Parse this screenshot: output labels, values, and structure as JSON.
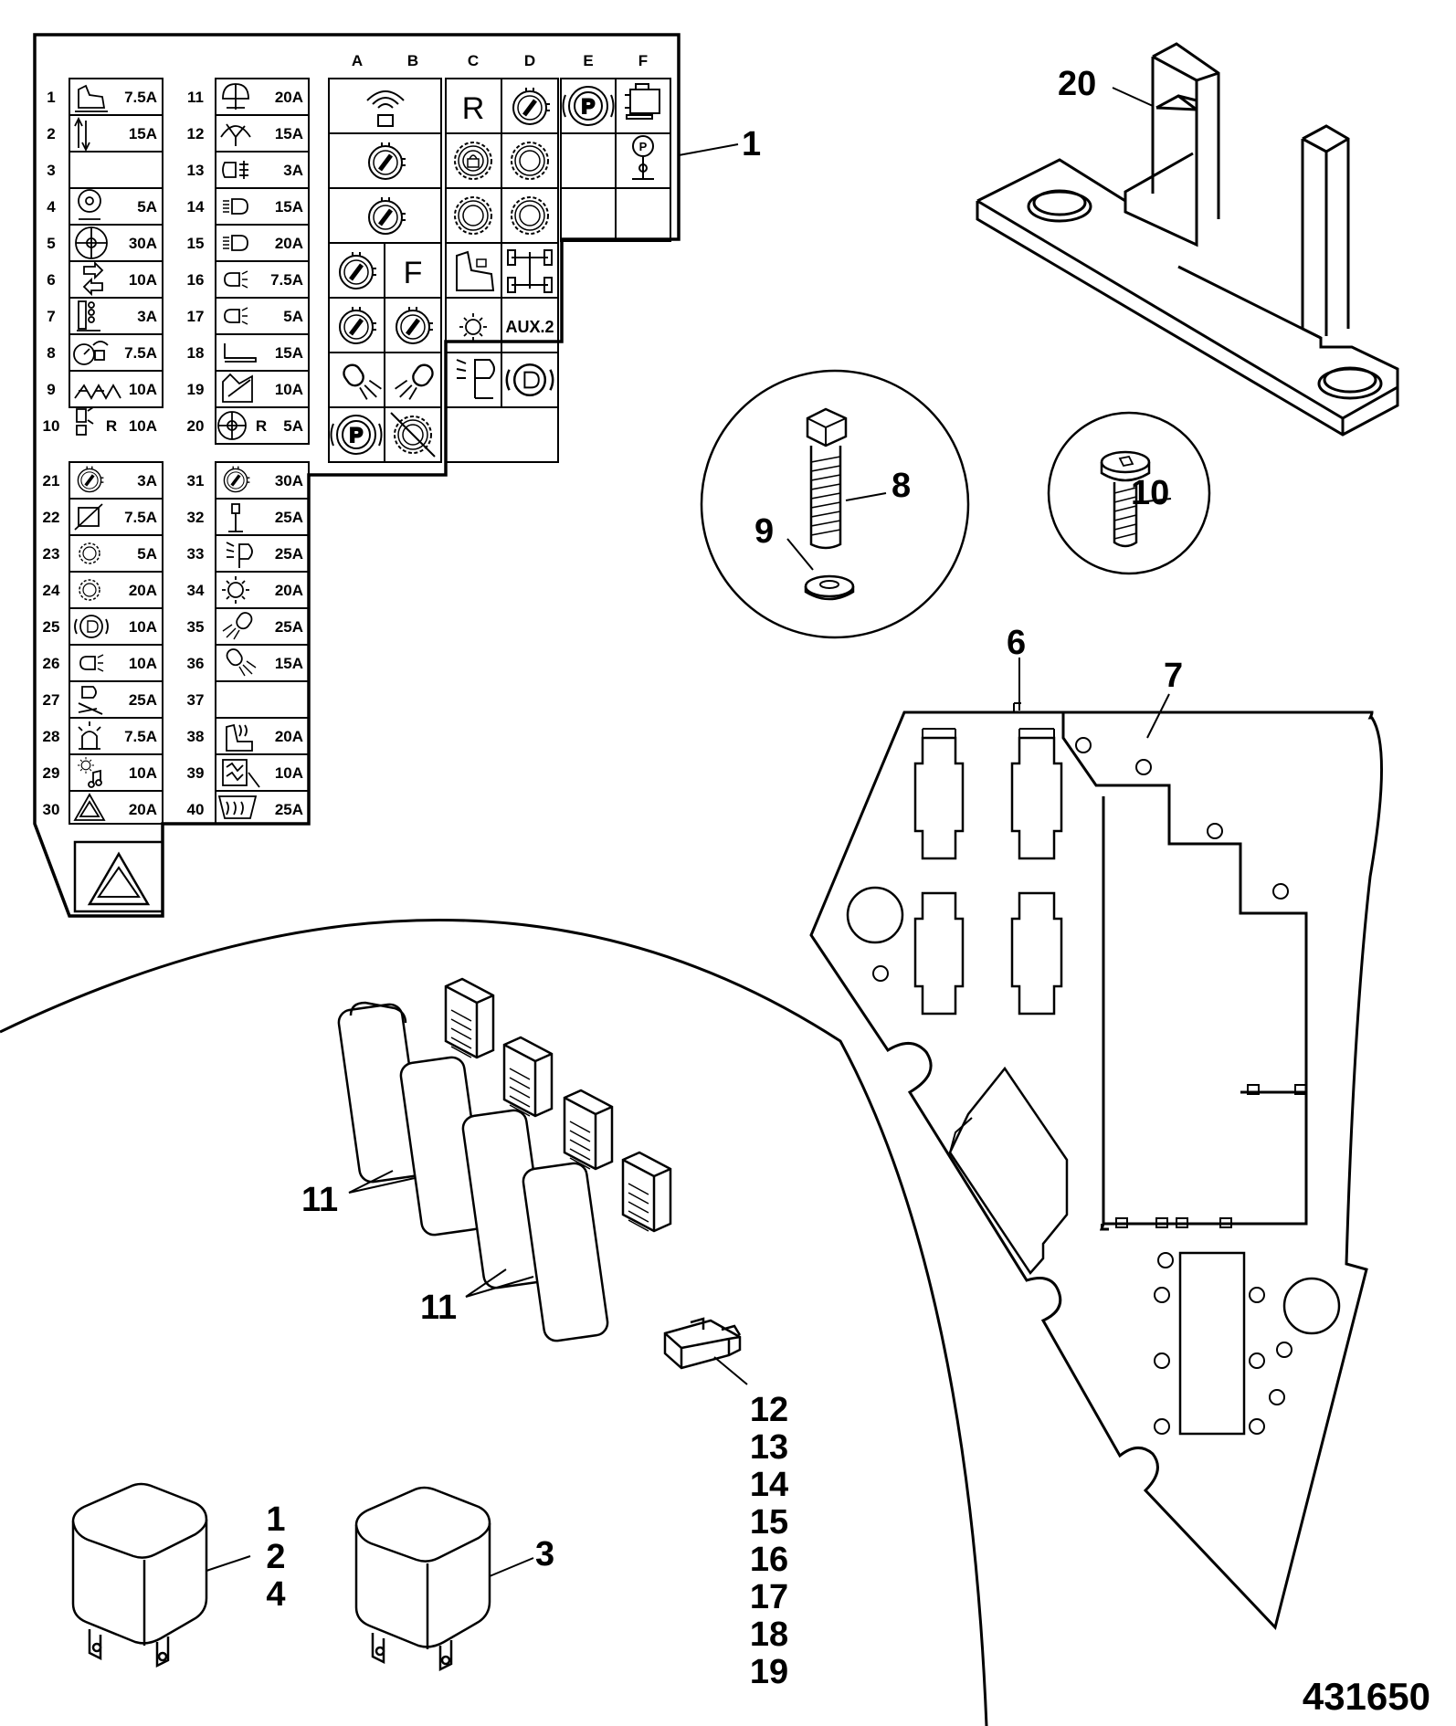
{
  "fuse_panel": {
    "left_column": [
      {
        "num": "1",
        "rating": "7.5A",
        "icon": "seat-icon"
      },
      {
        "num": "2",
        "rating": "15A",
        "icon": "column-arrows-icon"
      },
      {
        "num": "3",
        "rating": "",
        "icon": ""
      },
      {
        "num": "4",
        "rating": "5A",
        "icon": "fan-heater-icon"
      },
      {
        "num": "5",
        "rating": "30A",
        "icon": "blower-fan-icon"
      },
      {
        "num": "6",
        "rating": "10A",
        "icon": "indicator-arrows-icon"
      },
      {
        "num": "7",
        "rating": "3A",
        "icon": "sensor-chain-icon"
      },
      {
        "num": "8",
        "rating": "7.5A",
        "icon": "gauge-alarm-icon"
      },
      {
        "num": "9",
        "rating": "10A",
        "icon": "wiper-pattern-icon"
      },
      {
        "num": "10",
        "rating": "10A",
        "icon": "rear-lamp-r-icon",
        "marker": "R"
      },
      {
        "num": "21",
        "rating": "3A",
        "icon": "ignition-key-icon"
      },
      {
        "num": "22",
        "rating": "7.5A",
        "icon": "display-icon"
      },
      {
        "num": "23",
        "rating": "5A",
        "icon": "gear-icon"
      },
      {
        "num": "24",
        "rating": "20A",
        "icon": "gear-icon"
      },
      {
        "num": "25",
        "rating": "10A",
        "icon": "headlamp-warning-icon"
      },
      {
        "num": "26",
        "rating": "10A",
        "icon": "side-lamp-icon"
      },
      {
        "num": "27",
        "rating": "25A",
        "icon": "work-lamp-icon"
      },
      {
        "num": "28",
        "rating": "7.5A",
        "icon": "beacon-icon"
      },
      {
        "num": "29",
        "rating": "10A",
        "icon": "interior-light-music-icon"
      },
      {
        "num": "30",
        "rating": "20A",
        "icon": "hazard-triangle-icon"
      }
    ],
    "right_column": [
      {
        "num": "11",
        "rating": "20A",
        "icon": "washer-icon"
      },
      {
        "num": "12",
        "rating": "15A",
        "icon": "wiper-icon"
      },
      {
        "num": "13",
        "rating": "3A",
        "icon": "rear-fog-icon"
      },
      {
        "num": "14",
        "rating": "15A",
        "icon": "dipped-beam-icon"
      },
      {
        "num": "15",
        "rating": "20A",
        "icon": "main-beam-icon"
      },
      {
        "num": "16",
        "rating": "7.5A",
        "icon": "side-lamp-icon"
      },
      {
        "num": "17",
        "rating": "5A",
        "icon": "side-lamp-icon"
      },
      {
        "num": "18",
        "rating": "15A",
        "icon": "lighter-icon"
      },
      {
        "num": "19",
        "rating": "10A",
        "icon": "boom-icon"
      },
      {
        "num": "20",
        "rating": "5A",
        "icon": "rear-fan-r-icon",
        "marker": "R"
      },
      {
        "num": "31",
        "rating": "30A",
        "icon": "ignition-key-icon"
      },
      {
        "num": "32",
        "rating": "25A",
        "icon": "lamp-post-icon"
      },
      {
        "num": "33",
        "rating": "25A",
        "icon": "worklight-icon"
      },
      {
        "num": "34",
        "rating": "20A",
        "icon": "light-icon"
      },
      {
        "num": "35",
        "rating": "25A",
        "icon": "spot-lamp-icon"
      },
      {
        "num": "36",
        "rating": "15A",
        "icon": "spot-lamp-icon"
      },
      {
        "num": "37",
        "rating": "",
        "icon": ""
      },
      {
        "num": "38",
        "rating": "20A",
        "icon": "heated-seat-icon"
      },
      {
        "num": "39",
        "rating": "10A",
        "icon": "heated-mirror-icon"
      },
      {
        "num": "40",
        "rating": "25A",
        "icon": "rear-screen-heater-icon"
      }
    ],
    "relay_columns": [
      "A",
      "B",
      "C",
      "D",
      "E",
      "F"
    ],
    "relay_glyphs": {
      "c1": "R",
      "b4": "F",
      "aux": "AUX.2"
    }
  },
  "callouts": {
    "panel": "1",
    "bracket": "20",
    "bolt": "8",
    "washer": "9",
    "screw": "10",
    "plate_a": "6",
    "plate_b": "7",
    "relay_upper": "11",
    "relay_lower": "11",
    "blade_fuse_list": [
      "12",
      "13",
      "14",
      "15",
      "16",
      "17",
      "18",
      "19"
    ],
    "relay_124": [
      "1",
      "2",
      "4"
    ],
    "relay_3": "3"
  },
  "reference_number": "431650"
}
